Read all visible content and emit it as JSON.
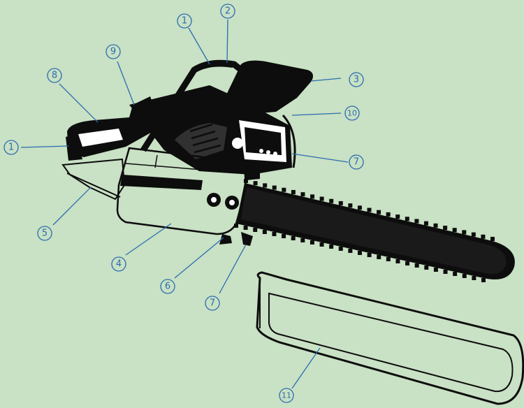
{
  "background_color": "#c9e1c4",
  "accent_color": "#2a6db0",
  "callouts": [
    {
      "id": "c1a",
      "label": "1"
    },
    {
      "id": "c2",
      "label": "2"
    },
    {
      "id": "c3",
      "label": "3"
    },
    {
      "id": "c4",
      "label": "4"
    },
    {
      "id": "c5",
      "label": "5"
    },
    {
      "id": "c6",
      "label": "6"
    },
    {
      "id": "c7a",
      "label": "7"
    },
    {
      "id": "c7b",
      "label": "7"
    },
    {
      "id": "c8",
      "label": "8"
    },
    {
      "id": "c9",
      "label": "9"
    },
    {
      "id": "c10",
      "label": "10"
    },
    {
      "id": "c1b",
      "label": "1"
    },
    {
      "id": "c11",
      "label": "11"
    }
  ]
}
